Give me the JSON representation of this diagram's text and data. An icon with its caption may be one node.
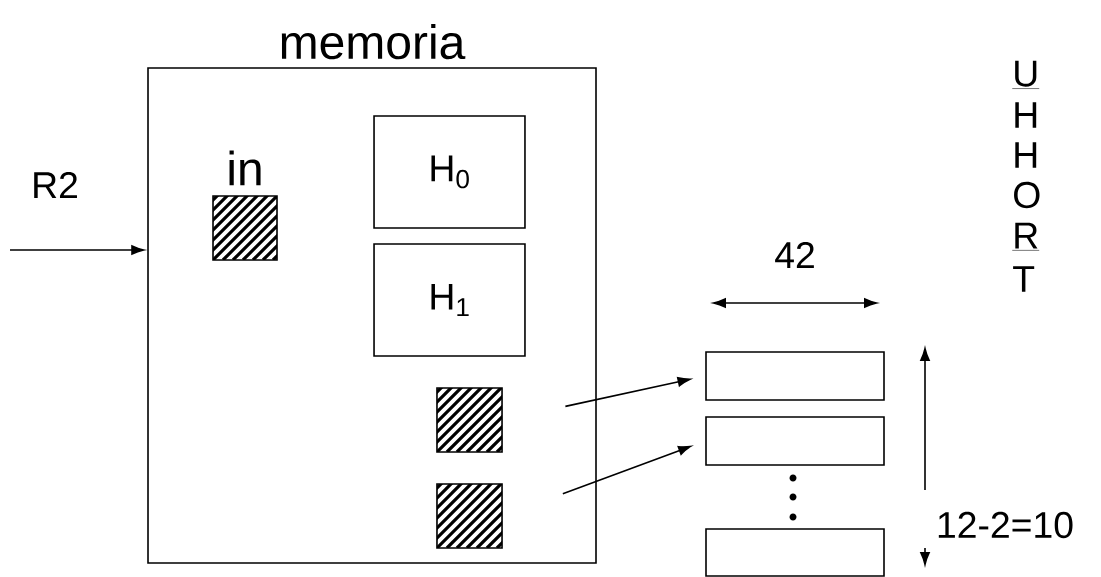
{
  "diagram": {
    "nodes": [
      {
        "text": [
          "memoria"
        ]
      },
      {
        "text": [
          "H$_{0}$"
        ],
        "in": 0
      },
      {
        "text": [
          "H$_{1}$"
        ],
        "in": 0
      },
      {
        "text": [],
        "shape": "box",
        "in": 0,
        "beside": [
          "in"
        ]
      },
      {
        "text": [],
        "shape": "box",
        "in": 0
      },
      {
        "text": [],
        "shape": "box",
        "in": 0
      },
      {
        "text": [],
        "shape": "box"
      },
      {
        "text": [],
        "shape": "box"
      },
      {
        "text": [],
        "shape": "box"
      }
    ],
    "edges": [
      {
        "from": null,
        "to": 0,
        "arrow": "to",
        "label": "R2"
      },
      {
        "from": 4,
        "to": 6,
        "arrow": "to"
      },
      {
        "from": 5,
        "to": 7,
        "arrow": "to"
      }
    ],
    "labels": [
      "42",
      "12-2=10",
      "U",
      "H",
      "H",
      "O",
      "R",
      "T"
    ]
  }
}
